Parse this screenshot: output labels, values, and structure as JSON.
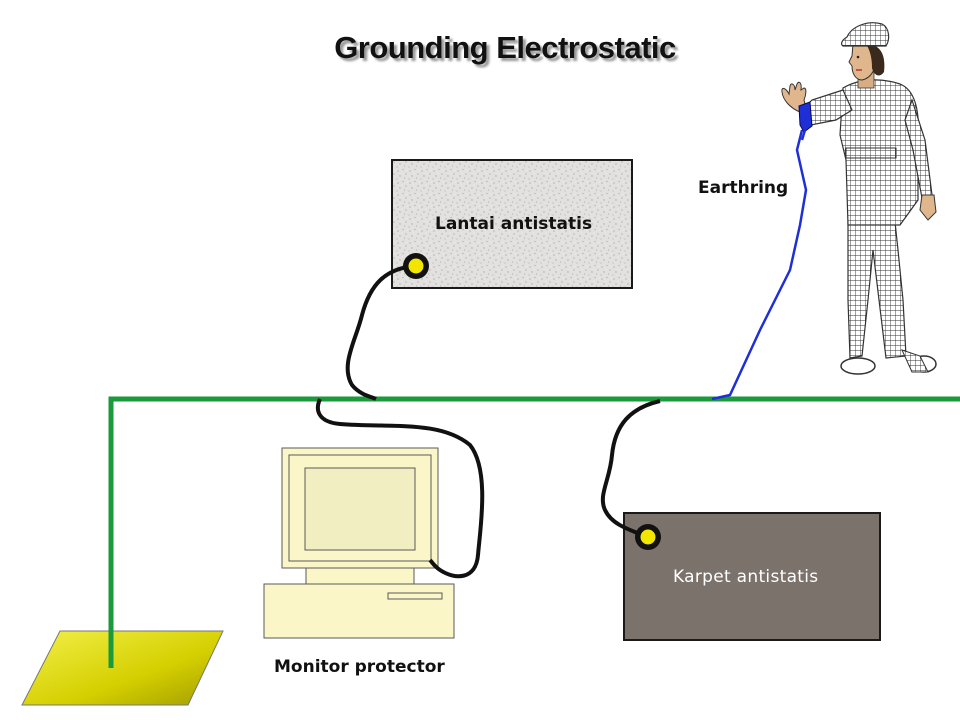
{
  "title": "Grounding Electrostatic",
  "labels": {
    "floor": "Lantai antistatis",
    "earthring": "Earthring",
    "monitor": "Monitor protector",
    "carpet": "Karpet antistatis"
  },
  "colors": {
    "ground_wire": "#1a9a3a",
    "earthring_wire": "#1f2fd6",
    "terminal": "#f2e600",
    "ground_plate": "#d9d400",
    "carpet": "#7a726b",
    "monitor_body": "#fbf6c8"
  },
  "icons": {
    "person": "person-in-antistatic-suit-icon",
    "computer": "computer-monitor-icon",
    "ground_plate": "ground-plate-icon"
  }
}
